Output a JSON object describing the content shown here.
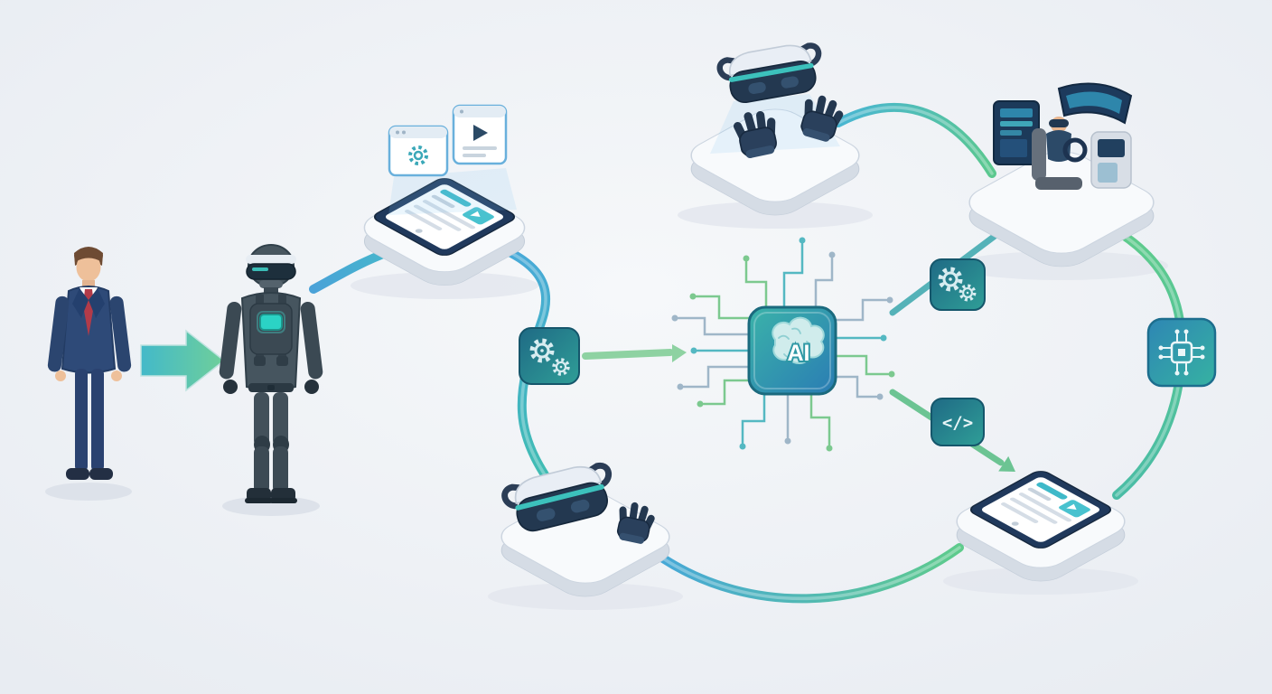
{
  "diagram": {
    "ai_node": {
      "label": "AI"
    },
    "icons": {
      "code_glyph": "</>",
      "names": [
        "gear-icon",
        "code-icon",
        "ai-chip-icon",
        "circuit-chip-icon",
        "play-icon",
        "vr-headset-icon",
        "vr-glove-icon",
        "browser-window-icon",
        "video-player-icon",
        "arrow-icon",
        "brain-icon"
      ]
    },
    "nodes": [
      {
        "id": "trainee",
        "name": "business-person-figure"
      },
      {
        "id": "soldier",
        "name": "soldier-vr-trainee-figure"
      },
      {
        "id": "tablet-top",
        "name": "training-content-tablet-platform"
      },
      {
        "id": "vr-gear-top",
        "name": "vr-headset-gloves-platform"
      },
      {
        "id": "simulator",
        "name": "vr-simulator-cockpit-platform"
      },
      {
        "id": "ai-core",
        "name": "ai-processor-node"
      },
      {
        "id": "gear-input",
        "name": "processing-gears-node-left"
      },
      {
        "id": "gear-output",
        "name": "processing-gears-node-right"
      },
      {
        "id": "code-output",
        "name": "code-generation-node"
      },
      {
        "id": "circuit-chip",
        "name": "circuit-chip-node"
      },
      {
        "id": "vr-gear-bottom",
        "name": "vr-headset-glove-platform-bottom"
      },
      {
        "id": "tablet-bottom",
        "name": "training-video-tablet-platform"
      }
    ],
    "flows": [
      {
        "from": "trainee",
        "to": "soldier"
      },
      {
        "from": "soldier",
        "to": "tablet-top"
      },
      {
        "from": "tablet-top",
        "to": "vr-gear-bottom"
      },
      {
        "from": "vr-gear-top",
        "to": "simulator"
      },
      {
        "from": "gear-input",
        "to": "ai-core"
      },
      {
        "from": "ai-core",
        "to": "simulator",
        "via": "gear-output"
      },
      {
        "from": "ai-core",
        "to": "tablet-bottom",
        "via": "code-output"
      },
      {
        "from": "simulator",
        "to": "tablet-bottom",
        "via": "circuit-chip"
      },
      {
        "from": "tablet-bottom",
        "to": "vr-gear-bottom"
      }
    ],
    "colors": {
      "background": "#eef1f5",
      "path_blue": "#46a6d8",
      "path_green": "#5fc98e",
      "teal": "#35b8b0",
      "navy": "#1f3a5c",
      "node_fill_dark": "#21718a",
      "suit_blue": "#2e4a78",
      "tie_red": "#b23b49",
      "platform_white": "#f8fafc"
    }
  }
}
